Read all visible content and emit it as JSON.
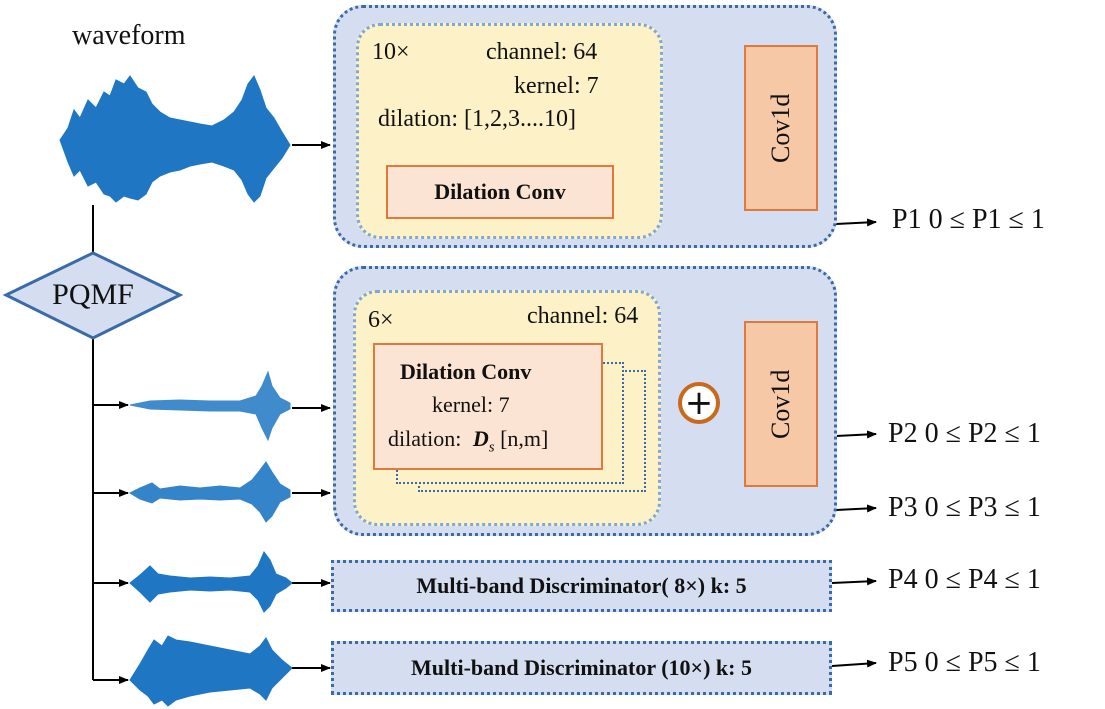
{
  "waveform_label": "waveform",
  "pqmf_label": "PQMF",
  "block1": {
    "repeat": "10×",
    "channel": "channel: 64",
    "kernel": "kernel: 7",
    "dilation": "dilation: [1,2,3....10]",
    "conv_label": "Dilation Conv",
    "cov_label": "Cov1d"
  },
  "block2": {
    "repeat": "6×",
    "channel": "channel: 64",
    "conv_label": "Dilation Conv",
    "kernel": "kernel: 7",
    "dilation_prefix": "dilation:",
    "dilation_symbol": "D",
    "dilation_subscript": "s",
    "dilation_suffix": "[n,m]",
    "plus": "+",
    "cov_label": "Cov1d"
  },
  "mbd1_label": "Multi-band Discriminator( 8×) k: 5",
  "mbd2_label": "Multi-band Discriminator (10×) k: 5",
  "outputs": [
    "P1 0  ≤ P1 ≤ 1",
    "P2 0  ≤ P2 ≤ 1",
    "P3 0  ≤ P3 ≤ 1",
    "P4 0  ≤ P4 ≤ 1",
    "P5 0  ≤ P5 ≤ 1"
  ],
  "colors": {
    "waveform": "#1f77c4",
    "outer_fill": "#d5def0",
    "inner_fill": "#fdf1c7",
    "orange_border": "#e07a3c",
    "orange_fill": "#f6c8a6"
  }
}
